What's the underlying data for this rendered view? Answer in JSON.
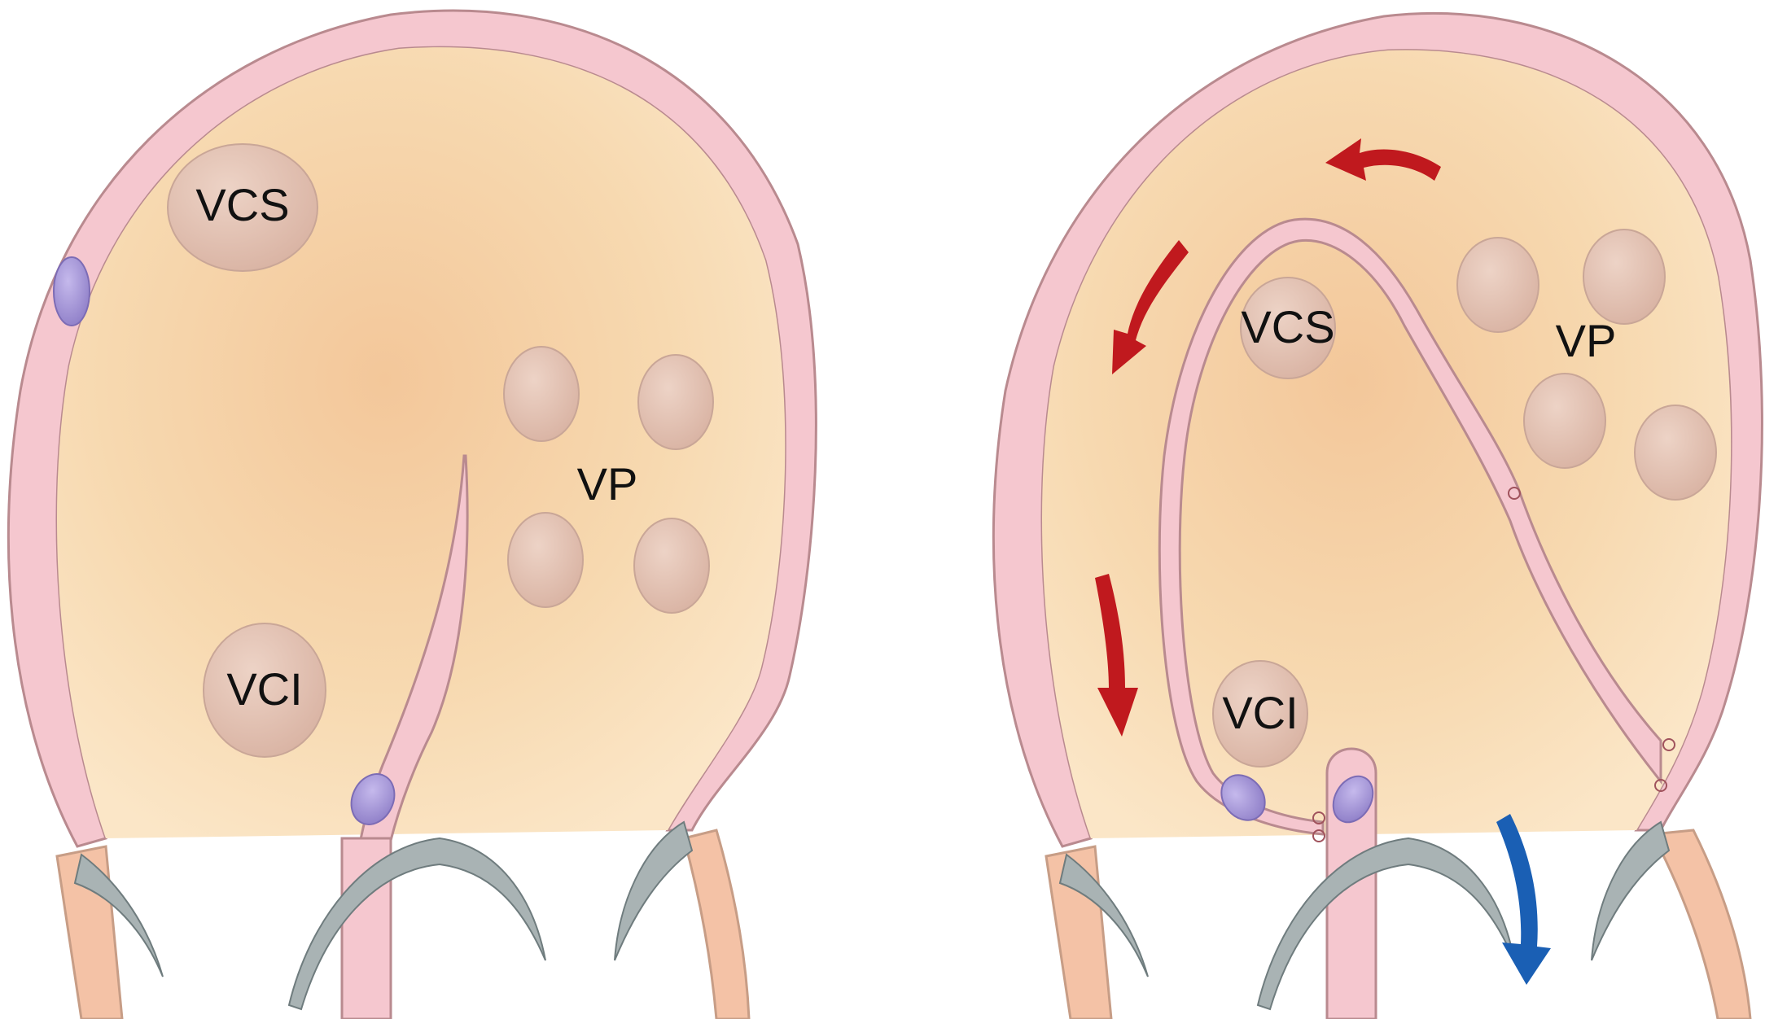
{
  "left_panel": {
    "labels": {
      "vcs": "VCS",
      "vci": "VCI",
      "vp": "VP"
    }
  },
  "right_panel": {
    "labels": {
      "vcs": "VCS",
      "vci": "VCI",
      "vp": "VP"
    }
  },
  "colors": {
    "atrium_fill": "#F7D9B0",
    "atrium_shade": "#F3C79A",
    "wall": "#F5C7CF",
    "wall_edge": "#B98A8F",
    "vessel": "#E7C7B8",
    "vessel_edge": "#C9A697",
    "purple": "#A99ADB",
    "valve": "#A9B3B4",
    "ventricle": "#F4C2A6",
    "arrow_red": "#C0191E",
    "arrow_blue": "#1A5FB4"
  }
}
